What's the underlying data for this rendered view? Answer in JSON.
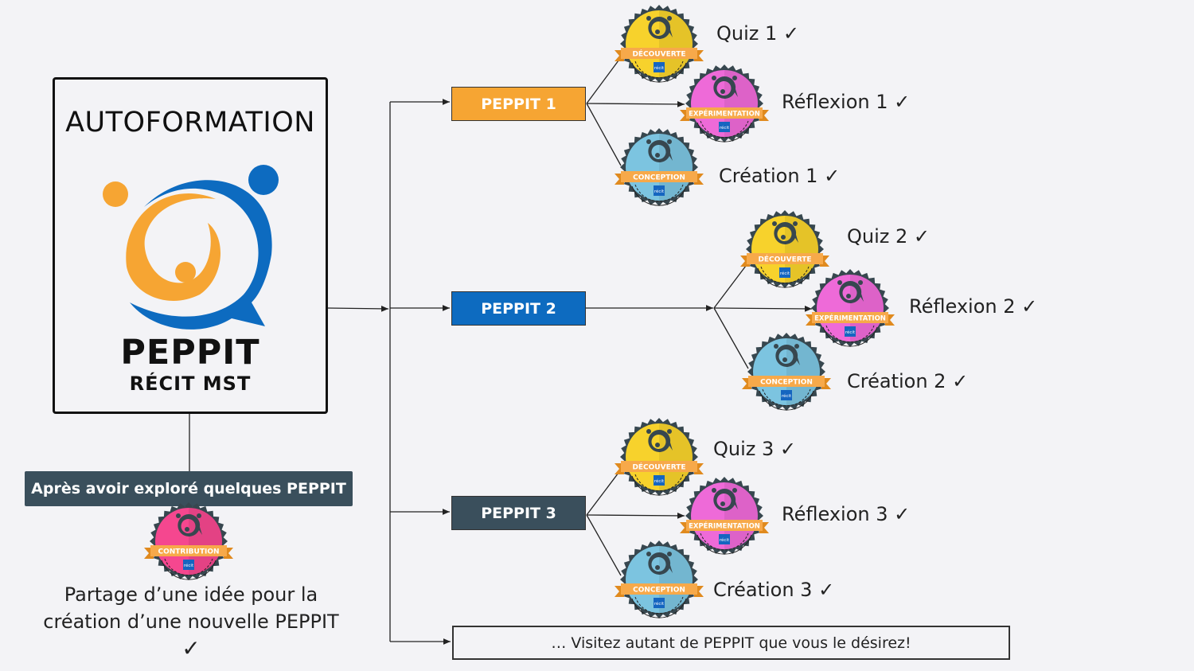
{
  "main_box": {
    "title": "AUTOFORMATION",
    "logo_name": "PEPPIT",
    "logo_sub": "RÉCIT MST"
  },
  "contribution": {
    "header": "Après avoir exploré quelques PEPPIT",
    "badge": "CONTRIBUTION",
    "text_line1": "Partage d’une idée pour la",
    "text_line2": "création d’une nouvelle PEPPIT",
    "check": "✓"
  },
  "peppits": [
    {
      "label": "PEPPIT 1",
      "color": "#f6a533",
      "activities": [
        {
          "label": "Quiz 1 ✓",
          "badge": "DÉCOUVERTE"
        },
        {
          "label": "Réflexion 1 ✓",
          "badge": "EXPÉRIMENTATION"
        },
        {
          "label": "Création 1 ✓",
          "badge": "CONCEPTION"
        }
      ]
    },
    {
      "label": "PEPPIT 2",
      "color": "#0d6bc0",
      "activities": [
        {
          "label": "Quiz 2 ✓",
          "badge": "DÉCOUVERTE"
        },
        {
          "label": "Réflexion 2 ✓",
          "badge": "EXPÉRIMENTATION"
        },
        {
          "label": "Création 2 ✓",
          "badge": "CONCEPTION"
        }
      ]
    },
    {
      "label": "PEPPIT 3",
      "color": "#3a4f5c",
      "activities": [
        {
          "label": "Quiz 3 ✓",
          "badge": "DÉCOUVERTE"
        },
        {
          "label": "Réflexion 3 ✓",
          "badge": "EXPÉRIMENTATION"
        },
        {
          "label": "Création 3 ✓",
          "badge": "CONCEPTION"
        }
      ]
    }
  ],
  "badge_colors": {
    "DÉCOUVERTE": "#f7d22c",
    "EXPÉRIMENTATION": "#ee6ad8",
    "CONCEPTION": "#7cc4e0",
    "CONTRIBUTION": "#f5478f"
  },
  "badge_logo": "récit",
  "visit": "… Visitez autant de PEPPIT que vous le désirez!"
}
